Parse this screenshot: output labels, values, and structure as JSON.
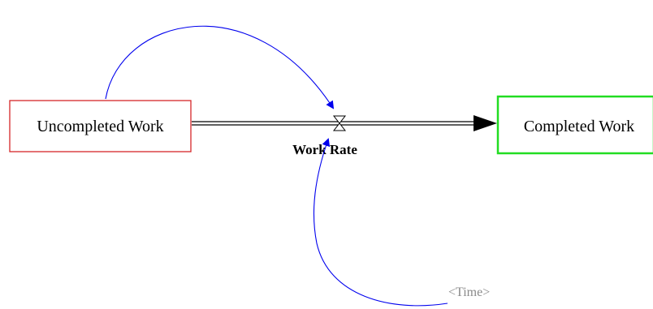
{
  "diagram": {
    "stocks": [
      {
        "id": "uncompleted",
        "label": "Uncompleted Work",
        "border_color": "#d62728"
      },
      {
        "id": "completed",
        "label": "Completed Work",
        "border_color": "#22dd22"
      }
    ],
    "flow": {
      "id": "work-rate",
      "label": "Work Rate"
    },
    "shadow_variable": {
      "id": "time",
      "label": "<Time>",
      "color": "#8a8a8a"
    },
    "links_color": "#0000ee",
    "pipe_color": "#000000"
  }
}
